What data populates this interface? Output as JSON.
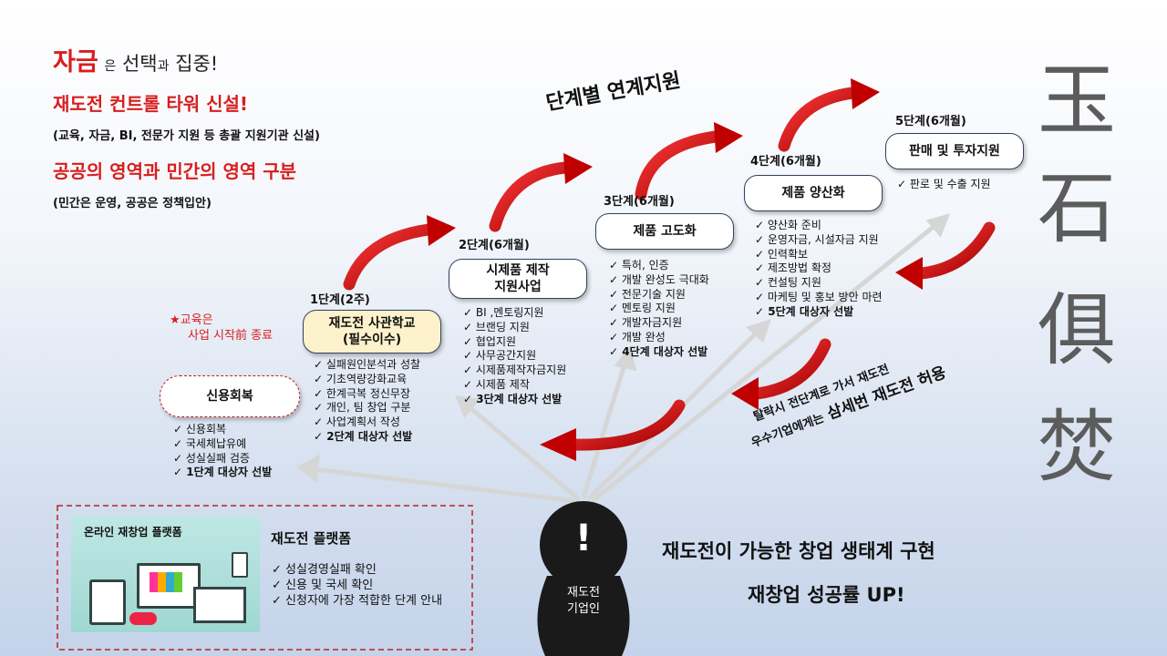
{
  "header": {
    "line1_highlight": "자금",
    "line1_rest_a": "은",
    "line1_rest_b": "선택",
    "line1_rest_c": "과",
    "line1_rest_d": "집중!",
    "line2": "재도전 컨트롤 타워 신설!",
    "line2_note": "(교육, 자금, BI, 전문가 지원 등 총괄 지원기관 신설)",
    "line3": "공공의 영역과 민간의 영역 구분",
    "line3_note": "(민간은 운영, 공공은 정책입안)"
  },
  "stage_flow_title": "단계별 연계지원",
  "education_note": {
    "line1": "★교육은",
    "line2": "사업 시작前 종료"
  },
  "stages": [
    {
      "label": "",
      "box": "신용회복",
      "items": [
        "신용회복",
        "국세체납유예",
        "성실실패 검증"
      ],
      "final": "1단계 대상자 선발"
    },
    {
      "label": "1단계(2주)",
      "box_line1": "재도전 사관학교",
      "box_line2": "(필수이수)",
      "items": [
        "실패원인분석과 성찰",
        "기초역량강화교육",
        "한계극복 정신무장",
        "개인, 팀 창업 구분",
        "사업계획서 작성"
      ],
      "final": "2단계 대상자 선발"
    },
    {
      "label": "2단계(6개월)",
      "box_line1": "시제품 제작",
      "box_line2": "지원사업",
      "items": [
        "BI ,멘토링지원",
        "브랜딩 지원",
        "협업지원",
        "사무공간지원",
        "시제품제작자금지원",
        "시제품 제작"
      ],
      "final": "3단계 대상자 선발"
    },
    {
      "label": "3단계(6개월)",
      "box": "제품 고도화",
      "items": [
        "특허, 인증",
        "개발 완성도 극대화",
        "전문기술 지원",
        "멘토링 지원",
        "개발자금지원",
        "개발 완성"
      ],
      "final": "4단계 대상자 선발"
    },
    {
      "label": "4단계(6개월)",
      "box": "제품 양산화",
      "items": [
        "양산화 준비",
        "운영자금, 시설자금 지원",
        "인력확보",
        "제조방법 확정",
        "컨설팅 지원",
        "마케팅 및 홍보 방안 마련"
      ],
      "final": "5단계 대상자 선발"
    },
    {
      "label": "5단계(6개월)",
      "box": "판매 및 투자지원",
      "items": [
        "판로 및 수출 지원"
      ]
    }
  ],
  "retry_note": {
    "line1": "탈락시 전단계로 가서 재도전",
    "line2_a": "우수기업에게는",
    "line2_b": "삼세번 재도전 허용"
  },
  "kanji": [
    "玉",
    "石",
    "俱",
    "焚"
  ],
  "platform": {
    "image_caption": "온라인 재창업 플랫폼",
    "title": "재도전 플랫폼",
    "items": [
      "성실경영실패 확인",
      "신용 및 국세 확인",
      "신청자에 가장 적합한 단계 안내"
    ]
  },
  "person": {
    "mark": "!",
    "label_line1": "재도전",
    "label_line2": "기업인"
  },
  "conclusion": {
    "line1": "재도전이 가능한 창업 생태계 구현",
    "line2": "재창업 성공률 UP!"
  },
  "colors": {
    "accent_red": "#d81e1e",
    "arrow_red": "#c00000",
    "navy": "#33405c",
    "box_highlight": "#fdf2cc"
  }
}
